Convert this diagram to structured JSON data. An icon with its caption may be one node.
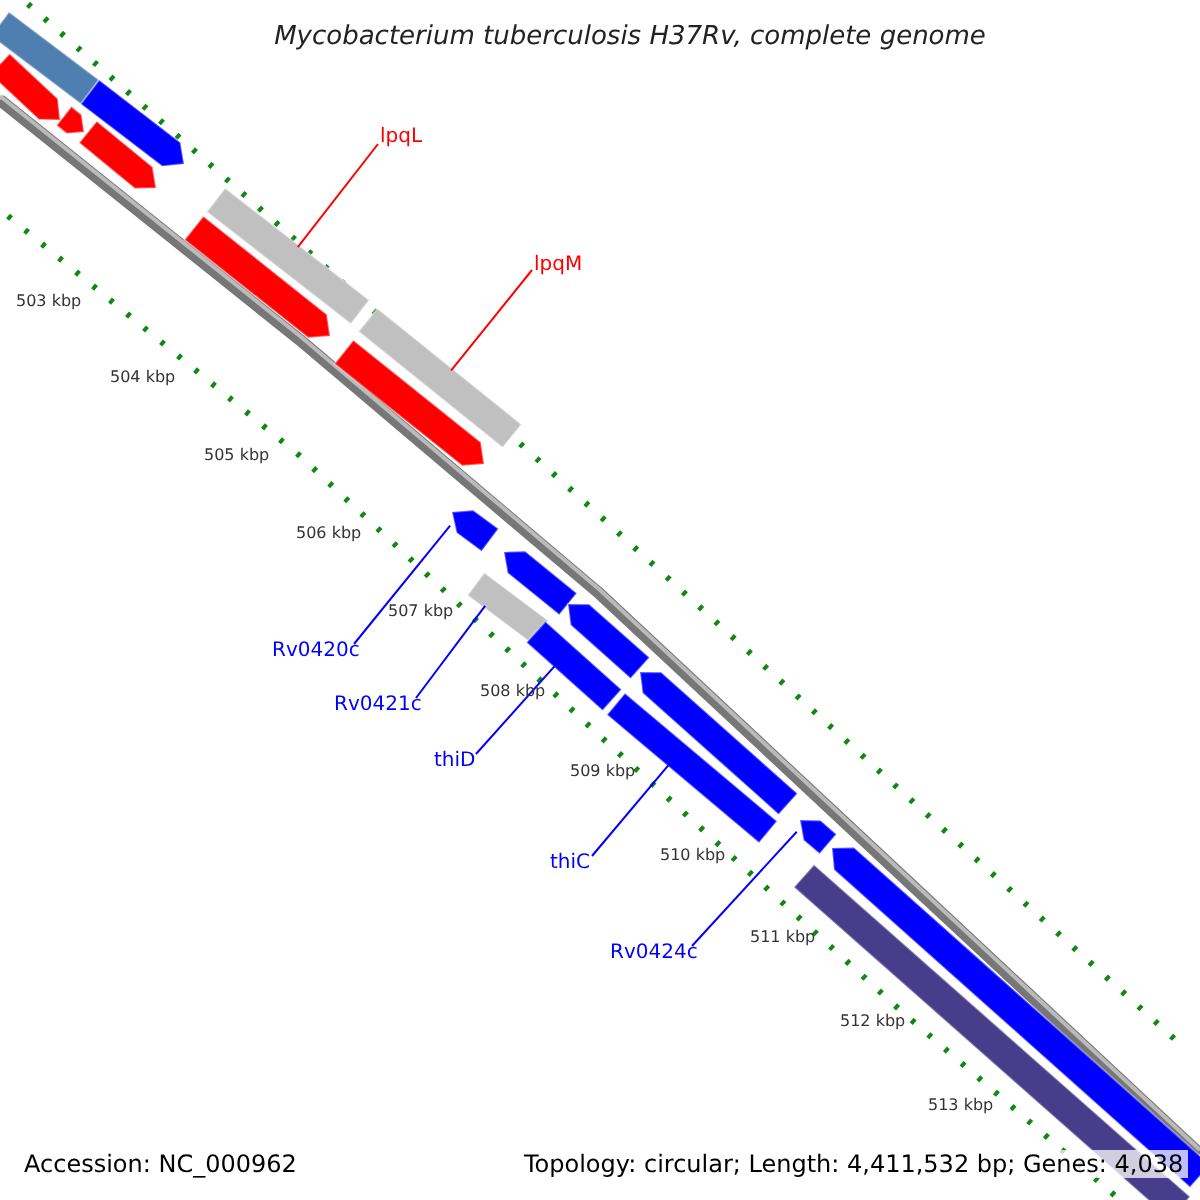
{
  "diagram": {
    "title": "Mycobacterium tuberculosis H37Rv, complete genome",
    "nodes": [
      {
        "text": [],
        "shape": "bar"
      },
      {
        "text": [],
        "shape": "bar"
      },
      {
        "text": [],
        "shape": "bar"
      },
      {
        "text": [],
        "shape": "bar"
      },
      {
        "text": [],
        "shape": "bar"
      },
      {
        "text": [
          "lpqL"
        ]
      },
      {
        "text": [],
        "shape": "bar"
      },
      {
        "text": [],
        "shape": "bar"
      },
      {
        "text": [
          "lpqM"
        ]
      },
      {
        "text": [],
        "shape": "bar"
      },
      {
        "text": [],
        "shape": "bar"
      },
      {
        "text": [],
        "shape": "bar"
      },
      {
        "text": [],
        "shape": "bar"
      },
      {
        "text": [],
        "shape": "bar"
      },
      {
        "text": [],
        "shape": "bar"
      },
      {
        "text": [],
        "shape": "bar"
      },
      {
        "text": [
          "Rv0420c"
        ]
      },
      {
        "text": [
          "Rv0421c"
        ]
      },
      {
        "text": [
          "thiD"
        ]
      },
      {
        "text": [],
        "shape": "bar"
      },
      {
        "text": [],
        "shape": "bar"
      },
      {
        "text": [
          "thiC"
        ]
      },
      {
        "text": [],
        "shape": "bar"
      },
      {
        "text": [
          "Rv0424c"
        ]
      },
      {
        "text": [],
        "shape": "bar"
      },
      {
        "text": [],
        "shape": "bar"
      }
    ],
    "edges": [
      {
        "from": 5,
        "to": 6,
        "arrow": "none",
        "color": "#ff0000"
      },
      {
        "from": 8,
        "to": 9,
        "arrow": "none",
        "color": "#ff0000"
      },
      {
        "from": 16,
        "to": 11,
        "arrow": "none"
      },
      {
        "from": 17,
        "to": 13,
        "arrow": "none"
      },
      {
        "from": 18,
        "to": 15,
        "arrow": "none"
      },
      {
        "from": 21,
        "to": 20,
        "arrow": "none"
      },
      {
        "from": 23,
        "to": 22,
        "arrow": "none"
      }
    ],
    "labels": [
      "503 kbp",
      "504 kbp",
      "505 kbp",
      "506 kbp",
      "507 kbp",
      "508 kbp",
      "509 kbp",
      "510 kbp",
      "511 kbp",
      "512 kbp",
      "513 kbp",
      "Accession: NC_000962",
      "Topology: circular; Length: 4,411,532 bp; Genes: 4,038"
    ]
  }
}
